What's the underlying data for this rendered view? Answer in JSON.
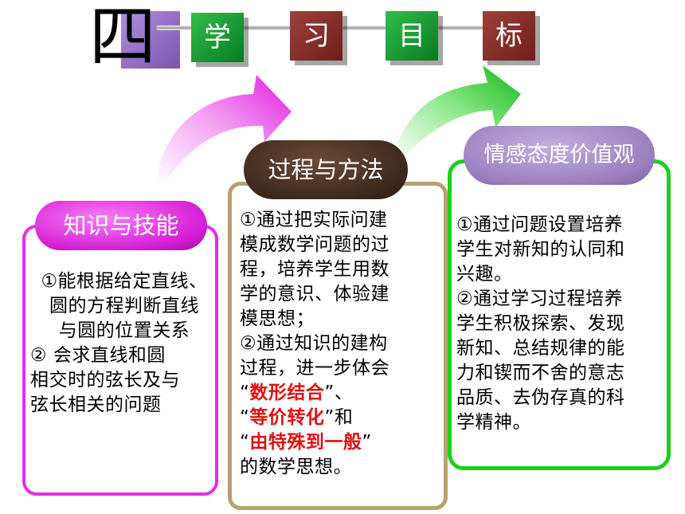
{
  "header": {
    "number_char": "四",
    "title_chars": [
      "学",
      "习",
      "目",
      "标"
    ]
  },
  "knowledge": {
    "title": "知识与技能",
    "lines": [
      "①能根据给定直线、",
      "圆的方程判断直线",
      "与圆的位置关系",
      "② 会求直线和圆",
      "相交时的弦长及与",
      "弦长相关的问题"
    ]
  },
  "process": {
    "title": "过程与方法",
    "lines": [
      "①通过把实际问建",
      "模成数学问题的过",
      "程，培养学生用数",
      "学的意识、体验建",
      "模思想；",
      "②通过知识的建构",
      "过程，进一步体会"
    ],
    "q_open": "“",
    "q_close": "”",
    "term1": "数形结合",
    "after1": "、",
    "term2": "等价转化",
    "after2": "和",
    "term3": "由特殊到一般",
    "last_line": "的数学思想。"
  },
  "emotion": {
    "title": "情感态度价值观",
    "lines": [
      "①通过问题设置培养",
      "学生对新知的认同和",
      "兴趣。",
      "②通过学习过程培养",
      "学生积极探索、发现",
      "新知、总结规律的能",
      "力和锲而不舍的意志",
      "品质、去伪存真的科",
      "学精神。"
    ]
  },
  "colors": {
    "magenta": "#e62ce8",
    "gold": "#b8a16d",
    "green": "#1ecf1e",
    "brown_pill": "#4a3326",
    "purple_pill": "#a48cc4",
    "red_text": "#e21010"
  }
}
